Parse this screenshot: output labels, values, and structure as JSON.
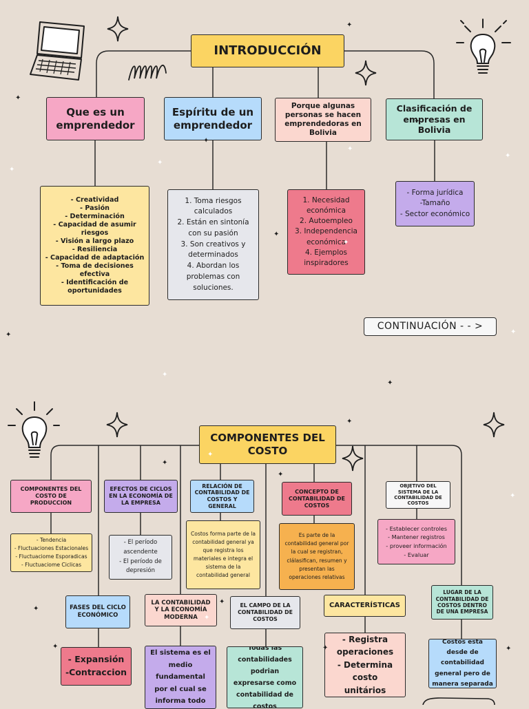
{
  "section1": {
    "title": "INTRODUCCIÓN",
    "nodes": [
      {
        "label": "Que es un emprendedor"
      },
      {
        "label": "Espíritu de un emprendedor"
      },
      {
        "label": "Porque algunas personas se hacen emprendedoras en Bolivia"
      },
      {
        "label": "Clasificación de empresas en Bolivia"
      }
    ],
    "lists": [
      {
        "lines": [
          "- Creatividad",
          "- Pasión",
          "- Determinación",
          "- Capacidad de asumir riesgos",
          "- Visión a largo plazo",
          "- Resiliencia",
          "- Capacidad de adaptación",
          "- Toma de decisiones efectiva",
          "- Identificación de",
          "oportunidades"
        ]
      },
      {
        "lines": [
          "1.    Toma riesgos",
          "calculados",
          "2.  Están en sintonía",
          "con su pasión",
          "3.  Son creativos y",
          "determinados",
          "4.  Abordan los",
          "problemas con",
          "soluciones."
        ]
      },
      {
        "lines": [
          "1. Necesidad",
          "económica",
          "2. Autoempleo",
          "3. Independencia",
          "económica",
          "4. Ejemplos",
          "inspiradores"
        ]
      },
      {
        "lines": [
          "- Forma jurídica",
          "-Tamaño",
          "- Sector económico"
        ]
      }
    ],
    "continue_label": "CONTINUACIÓN  - - >"
  },
  "section2": {
    "title": "COMPONENTES DEL COSTO",
    "nodes": [
      {
        "label": "COMPONENTES DEL COSTO DE PRODUCCION"
      },
      {
        "label": "EFECTOS DE CICLOS EN LA ECONOMÍA DE LA EMPRESA"
      },
      {
        "label": "RELACIÓN DE CONTABILIDAD DE COSTOS Y GENERAL"
      },
      {
        "label": "CONCEPTO DE CONTABILIDAD DE COSTOS"
      },
      {
        "label": "OBJETIVO DEL SISTEMA DE LA CONTABILIDAD DE COSTOS"
      }
    ],
    "details": [
      {
        "lines": [
          "- Tendencia",
          "- Fluctuaciones Estacionales",
          "- Fluctuaciome Esporadicas",
          "- Fluctuaciome Ciclicas"
        ]
      },
      {
        "lines": [
          "- El período",
          "ascendente",
          "- El período de",
          "depresión"
        ]
      },
      {
        "text": "Costos forma parte de la contabilidad general ya que registra los materiales e integra el sistema de la contabilidad general"
      },
      {
        "text": "Es parte de la contabilidad general por la cual se registran, clálasifican, resumen y presentan las operaciones relativas"
      },
      {
        "lines": [
          "- Establecer controles",
          "- Mantener registros",
          "- proveer información",
          "- Evaluar"
        ]
      }
    ],
    "lower_nodes": [
      {
        "label": "FASES DEL CICLO ECONÓMICO"
      },
      {
        "label": "LA CONTABILIDAD Y LA ECONOMÍA MODERNA"
      },
      {
        "label": "EL CAMPO DE LA CONTABILIDAD DE COSTOS"
      },
      {
        "label": "CARACTERÍSTICAS"
      },
      {
        "label": "LUGAR DE LA CONTABILIDAD DE COSTOS DENTRO DE UNA EMPRESA"
      }
    ],
    "lower_details": [
      {
        "lines": [
          "- Expansión",
          "-Contraccion"
        ]
      },
      {
        "text": "El sistema es el medio fundamental por el cual se informa todo"
      },
      {
        "text": "Todas las contabilidades podrian expresarse como contabilidad de costos"
      },
      {
        "lines": [
          "- Registra",
          "operaciones",
          "- Determina costo",
          "unitários"
        ]
      },
      {
        "text": "Costos esta desde de contabilidad general pero de manera separada"
      }
    ]
  },
  "colors": {
    "background": "#e7ddd3",
    "title": "#fbd462",
    "yellow": "#fde6a0",
    "pink": "#f6a7c5",
    "blue": "#b6dbfb",
    "peach": "#fbd7cf",
    "mint": "#b7e5d7",
    "purple": "#c4abeb",
    "red": "#ee7a8c",
    "orange": "#f6b14f"
  },
  "icons": [
    "laptop-icon",
    "lightbulb-icon",
    "sparkle-icon",
    "spiral-doodle-icon"
  ]
}
